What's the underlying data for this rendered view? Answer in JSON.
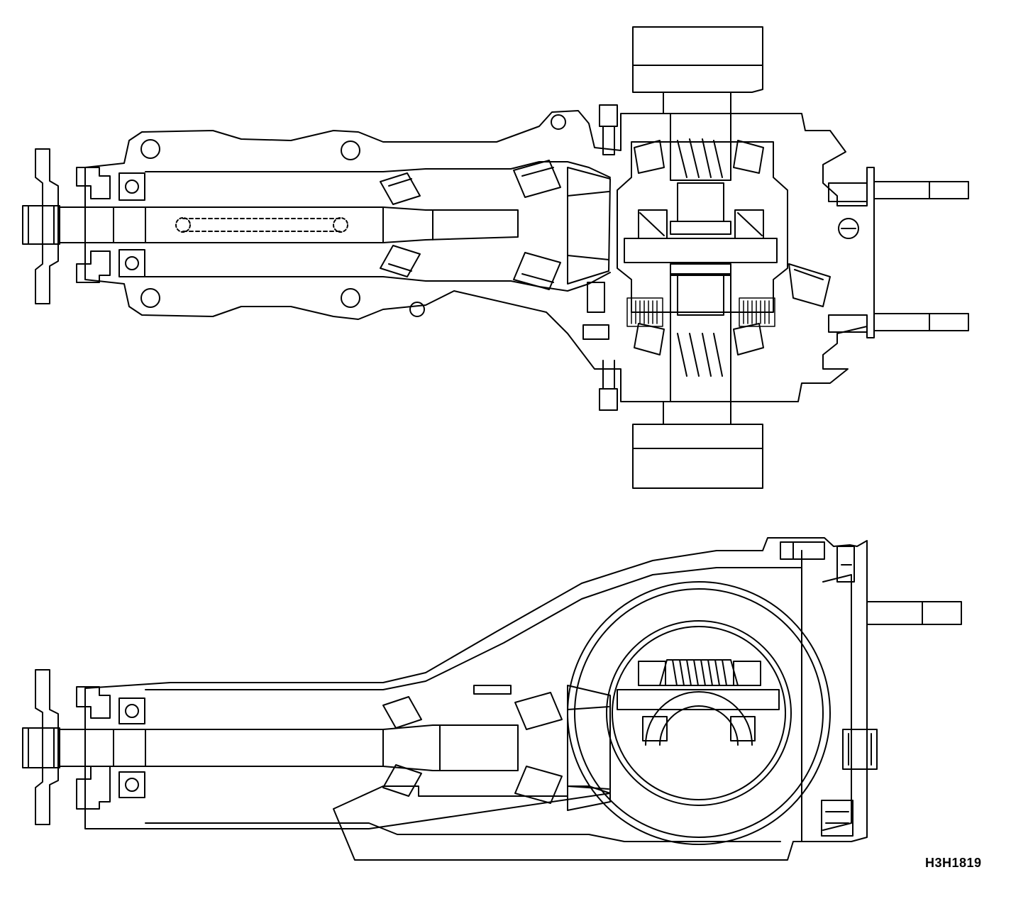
{
  "figure": {
    "code": "H3H1819",
    "views": [
      "top-cross-section",
      "side-cross-section"
    ]
  }
}
